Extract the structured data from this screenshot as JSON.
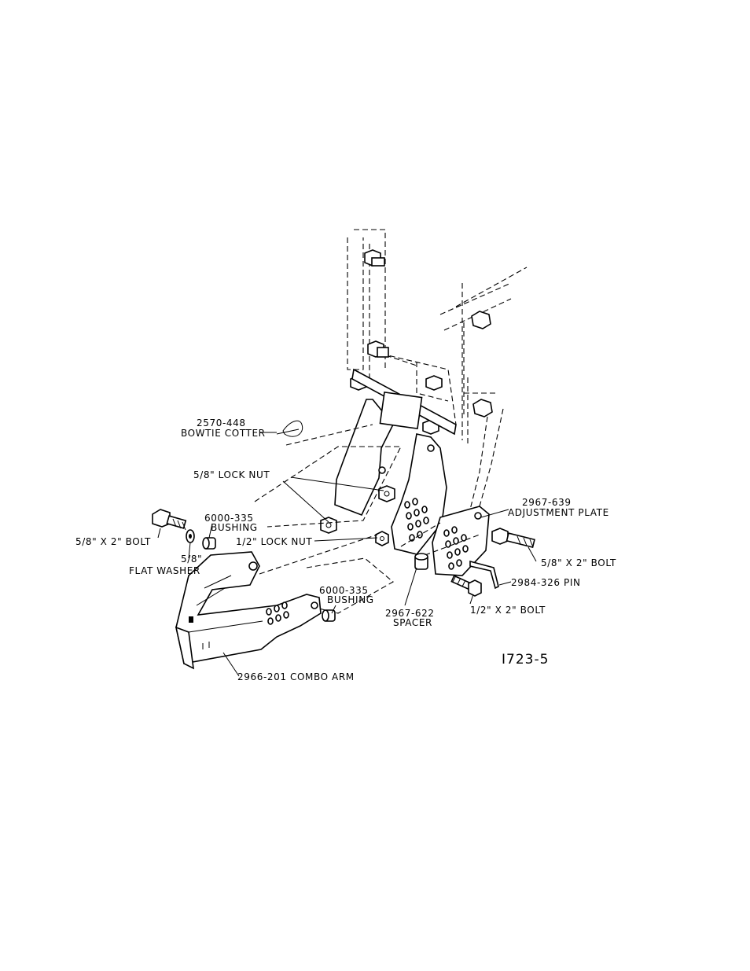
{
  "labels": {
    "bowtie_part": "2570-448",
    "bowtie_name": "BOWTIE COTTER",
    "lock_nut_58": "5/8\" LOCK NUT",
    "adj_plate_part": "2967-639",
    "adj_plate_name": "ADJUSTMENT PLATE",
    "bushing_top_part": "6000-335",
    "bushing_top_name": "BUSHING",
    "bolt_58_left": "5/8\" X 2\" BOLT",
    "washer_size": "5/8\"",
    "washer_name": "FLAT WASHER",
    "lock_nut_12": "1/2\" LOCK NUT",
    "bolt_58_right": "5/8\" X 2\" BOLT",
    "pin": "2984-326 PIN",
    "bushing_bot_part": "6000-335",
    "bushing_bot_name": "BUSHING",
    "spacer_part": "2967-622",
    "spacer_name": "SPACER",
    "bolt_12": "1/2\" X 2\" BOLT",
    "combo_arm": "2966-201 COMBO ARM",
    "drawing_number": "I723-5"
  }
}
